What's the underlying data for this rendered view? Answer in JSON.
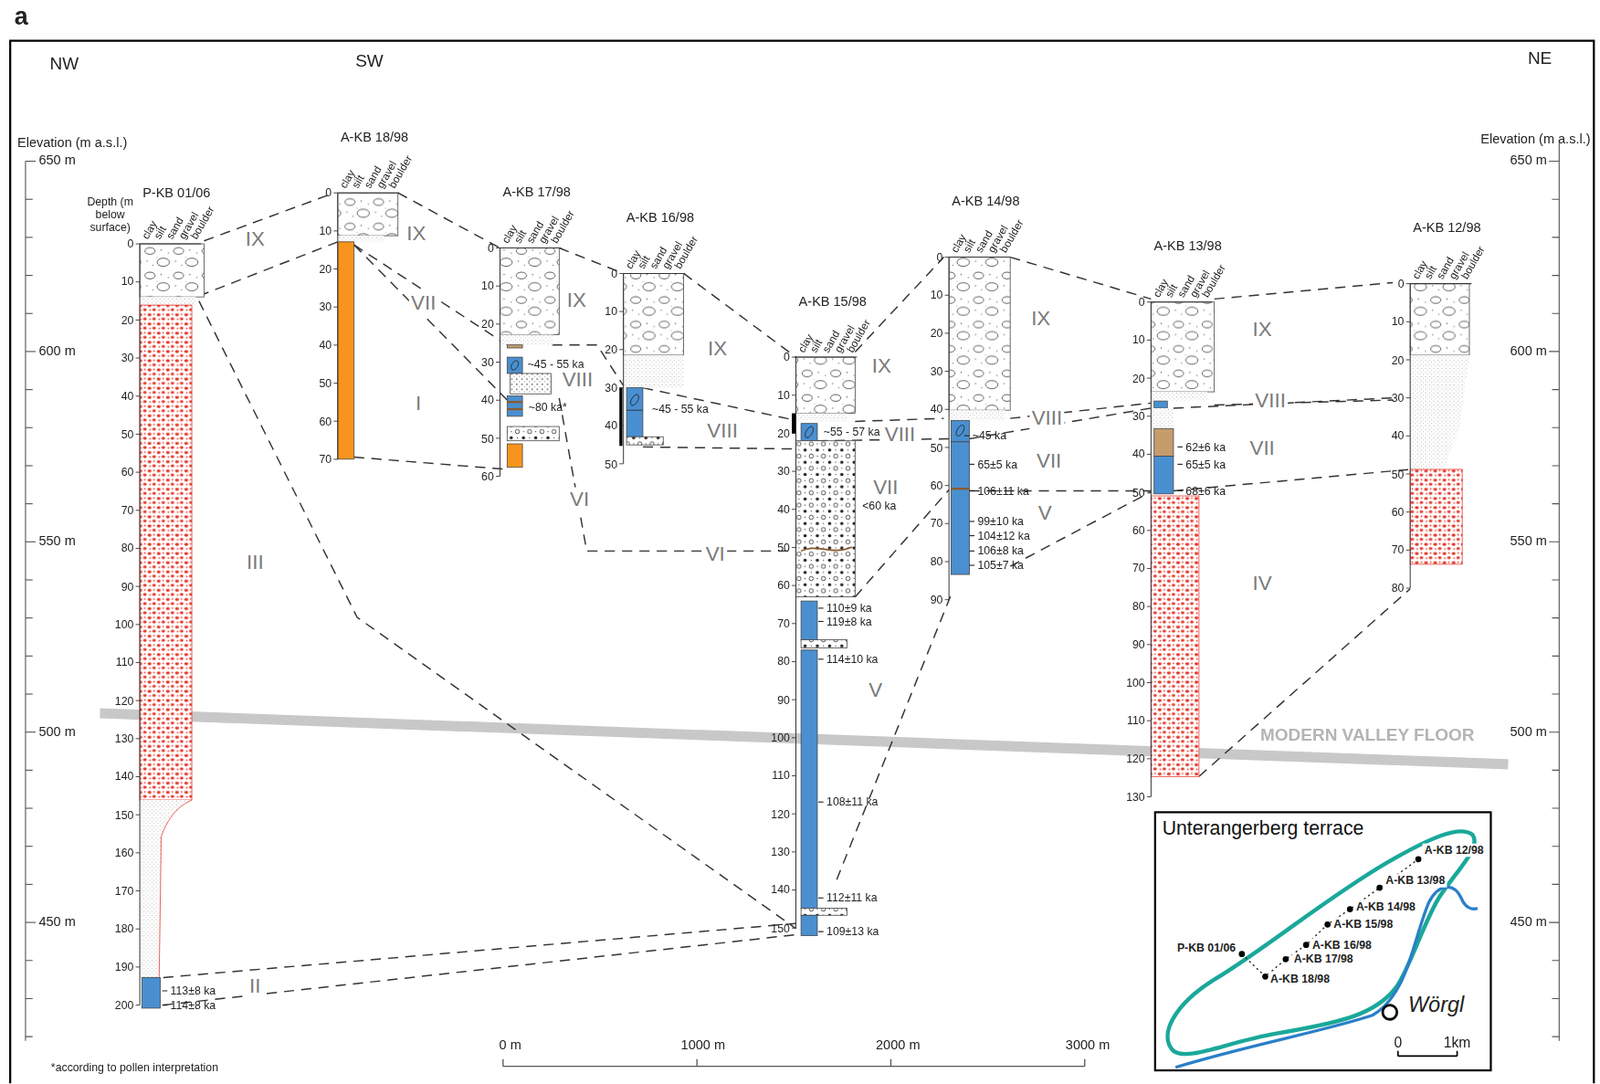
{
  "diagram": {
    "nodes": [
      {
        "text": [
          "Unterangerberg terrace"
        ]
      }
    ],
    "labels": [
      "a",
      "NW",
      "SW",
      "NE",
      "Elevation (m a.s.l.)",
      "650 m",
      "600 m",
      "550 m",
      "500 m",
      "450 m",
      "Elevation (m a.s.l.)",
      "650 m",
      "600 m",
      "550 m",
      "500 m",
      "450 m",
      "Depth (m below surface)",
      "P-KB 01/06",
      "clay",
      "silt",
      "sand",
      "gravel",
      "boulder",
      "0",
      "10",
      "20",
      "30",
      "40",
      "50",
      "60",
      "70",
      "80",
      "90",
      "100",
      "110",
      "120",
      "130",
      "140",
      "150",
      "160",
      "170",
      "180",
      "190",
      "200",
      "113±8 ka",
      "114±8 ka",
      "A-KB 18/98",
      "clay",
      "silt",
      "sand",
      "gravel",
      "boulder",
      "0",
      "10",
      "20",
      "30",
      "40",
      "50",
      "60",
      "70",
      "A-KB 17/98",
      "clay",
      "silt",
      "sand",
      "gravel",
      "boulder",
      "0",
      "10",
      "20",
      "30",
      "40",
      "50",
      "60",
      "~45 - 55 ka",
      "~80 ka*",
      "A-KB 16/98",
      "clay",
      "silt",
      "sand",
      "gravel",
      "boulder",
      "0",
      "10",
      "20",
      "30",
      "40",
      "50",
      "~45 - 55 ka",
      "A-KB 15/98",
      "clay",
      "silt",
      "sand",
      "gravel",
      "boulder",
      "0",
      "10",
      "20",
      "30",
      "40",
      "50",
      "60",
      "70",
      "80",
      "90",
      "100",
      "110",
      "120",
      "130",
      "140",
      "150",
      "~55 - 57 ka",
      "<60 ka",
      "110±9 ka",
      "119±8 ka",
      "114±10 ka",
      "108±11 ka",
      "112±11 ka",
      "109±13 ka",
      "A-KB 14/98",
      "clay",
      "silt",
      "sand",
      "gravel",
      "boulder",
      "0",
      "10",
      "20",
      "30",
      "40",
      "50",
      "60",
      "70",
      "80",
      "90",
      "~45 ka",
      "65±5 ka",
      "106±11 ka",
      "99±10 ka",
      "104±12 ka",
      "106±8 ka",
      "105±7 ka",
      "A-KB 13/98",
      "clay",
      "silt",
      "sand",
      "gravel",
      "boulder",
      "0",
      "10",
      "20",
      "30",
      "40",
      "50",
      "60",
      "70",
      "80",
      "90",
      "100",
      "110",
      "120",
      "130",
      "62±6 ka",
      "65±5 ka",
      "68±6 ka",
      "A-KB 12/98",
      "clay",
      "silt",
      "sand",
      "gravel",
      "boulder",
      "0",
      "10",
      "20",
      "30",
      "40",
      "50",
      "60",
      "70",
      "80",
      "IX",
      "IX",
      "VII",
      "I",
      "IX",
      "VIII",
      "VI",
      "IX",
      "VIII",
      "VI",
      "IX",
      "VIII",
      "VII",
      "V",
      "IX",
      "VIII",
      "VII",
      "V",
      "IX",
      "VIII",
      "VII",
      "IV",
      "III",
      "II",
      "MODERN VALLEY FLOOR",
      "0 m",
      "1000 m",
      "2000 m",
      "3000 m",
      "*according to pollen interpretation",
      "A-KB 12/98",
      "A-KB 13/98",
      "A-KB 14/98",
      "A-KB 15/98",
      "A-KB 16/98",
      "A-KB 17/98",
      "A-KB 18/98",
      "P-KB 01/06",
      "Wörgl",
      "0",
      "1km"
    ]
  }
}
